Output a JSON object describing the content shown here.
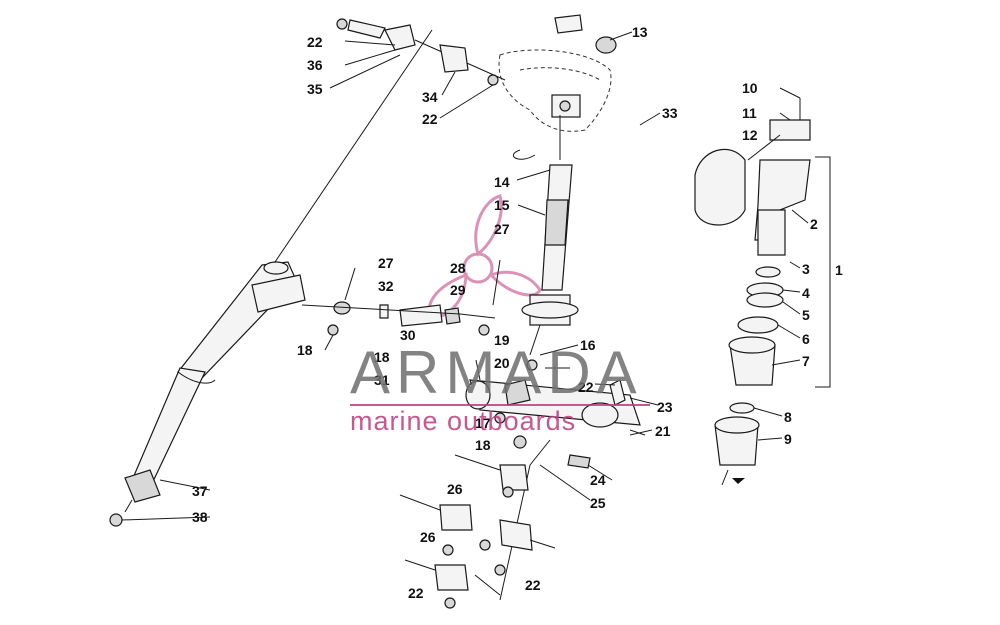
{
  "watermark": {
    "brand": "ARMADA",
    "tagline": "marine outboards",
    "accent_color": "#c0397e",
    "brand_color": "#6e6e6e",
    "logo": "propeller-icon"
  },
  "callouts": [
    "1",
    "2",
    "3",
    "4",
    "5",
    "6",
    "7",
    "8",
    "9",
    "10",
    "11",
    "12",
    "13",
    "14",
    "15",
    "16",
    "17",
    "18",
    "18",
    "18",
    "19",
    "20",
    "21",
    "22",
    "22",
    "22",
    "22",
    "22",
    "23",
    "24",
    "25",
    "26",
    "26",
    "27",
    "27",
    "28",
    "29",
    "30",
    "31",
    "32",
    "33",
    "34",
    "35",
    "36",
    "37",
    "38"
  ]
}
